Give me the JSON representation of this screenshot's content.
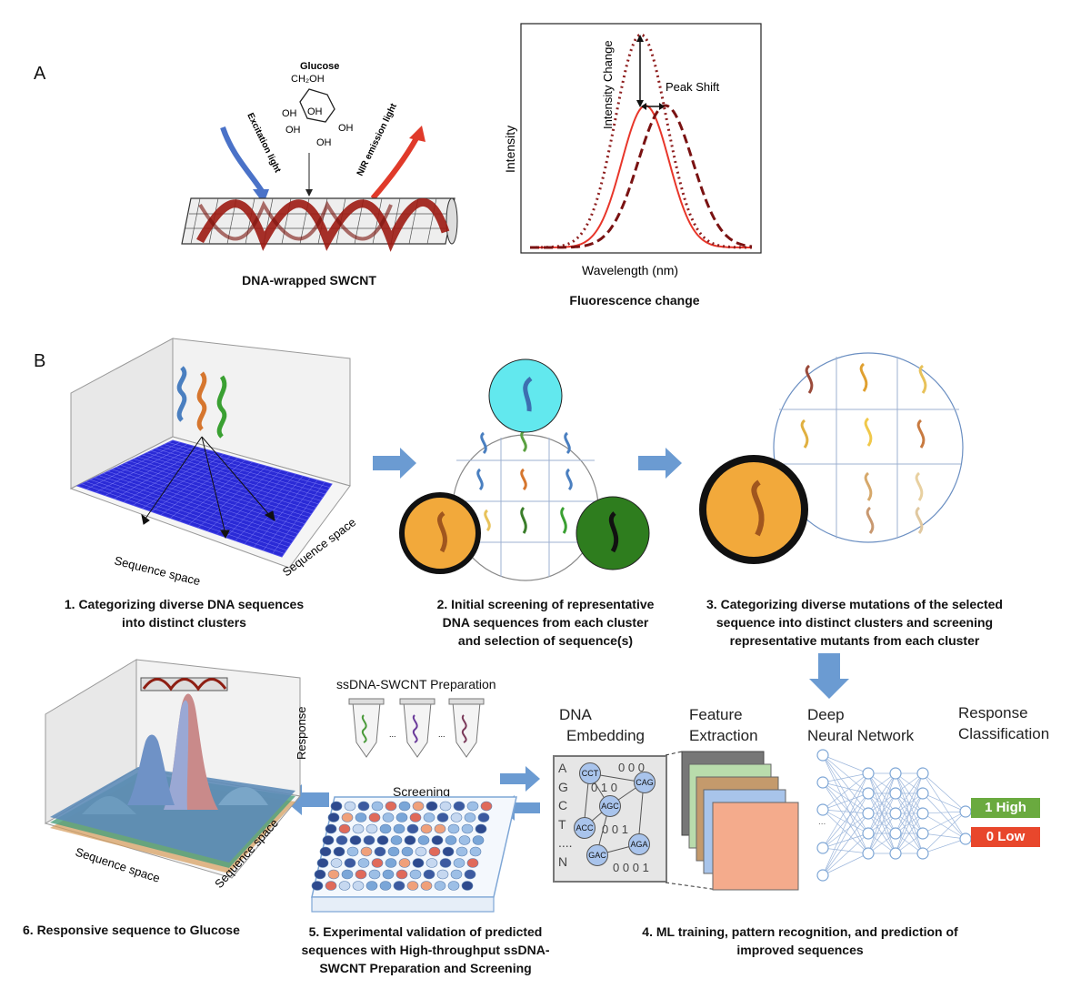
{
  "panel_a": {
    "label": "A",
    "glucose": {
      "name": "Glucose",
      "ch2oh": "CH₂OH",
      "oh": "OH"
    },
    "excitation": "Excitation light",
    "emission": "NIR emission light",
    "caption": "DNA-wrapped SWCNT",
    "plot": {
      "ylabel": "Intensity",
      "xlabel": "Wavelength (nm)",
      "intensity_change": "Intensity Change",
      "peak_shift": "Peak Shift",
      "caption": "Fluorescence change"
    }
  },
  "panel_b": {
    "label": "B",
    "axis_sequence_space": "Sequence space",
    "axis_response": "Response",
    "step1": [
      "1. Categorizing diverse DNA sequences",
      "into distinct clusters"
    ],
    "step2": [
      "2. Initial screening of representative",
      "DNA sequences from each cluster",
      "and selection of sequence(s)"
    ],
    "step3": [
      "3. Categorizing diverse mutations of the selected",
      "sequence into distinct clusters and screening",
      "representative mutants from each cluster"
    ],
    "step4": [
      "4. ML training, pattern recognition, and prediction of",
      "improved sequences"
    ],
    "step5": [
      "5. Experimental validation of predicted",
      "sequences with High-throughput ssDNA-",
      "SWCNT Preparation  and Screening"
    ],
    "step6": [
      "6. Responsive sequence to Glucose"
    ],
    "prep_title": "ssDNA-SWCNT Preparation",
    "ellipsis": "...",
    "screening": "Screening",
    "ml_headers": {
      "embedding": [
        "DNA",
        "Embedding"
      ],
      "feature": [
        "Feature",
        "Extraction"
      ],
      "dnn": [
        "Deep",
        "Neural Network"
      ],
      "response": [
        "Response",
        "Classification"
      ]
    },
    "embedding_rows": [
      "A",
      "G",
      "C",
      "T",
      "....",
      "N"
    ],
    "kmers": [
      "CCT",
      "CAG",
      "AGC",
      "ACC",
      "AGA",
      "GAC"
    ],
    "matrix_digits": [
      "0",
      "1",
      "0",
      "0",
      "0",
      "0",
      "1",
      "0",
      "0",
      "1"
    ],
    "class_high": "1 High",
    "class_low": "0 Low",
    "nn_dots": "..."
  },
  "colors": {
    "arrow_blue": "#6b9bd2",
    "high_green": "#6aaa3f",
    "low_red": "#e8472c",
    "grid_blue": "#2a2ad6",
    "cyan": "#62e8ee",
    "orange": "#f2a93b",
    "green": "#2e7d1e"
  }
}
